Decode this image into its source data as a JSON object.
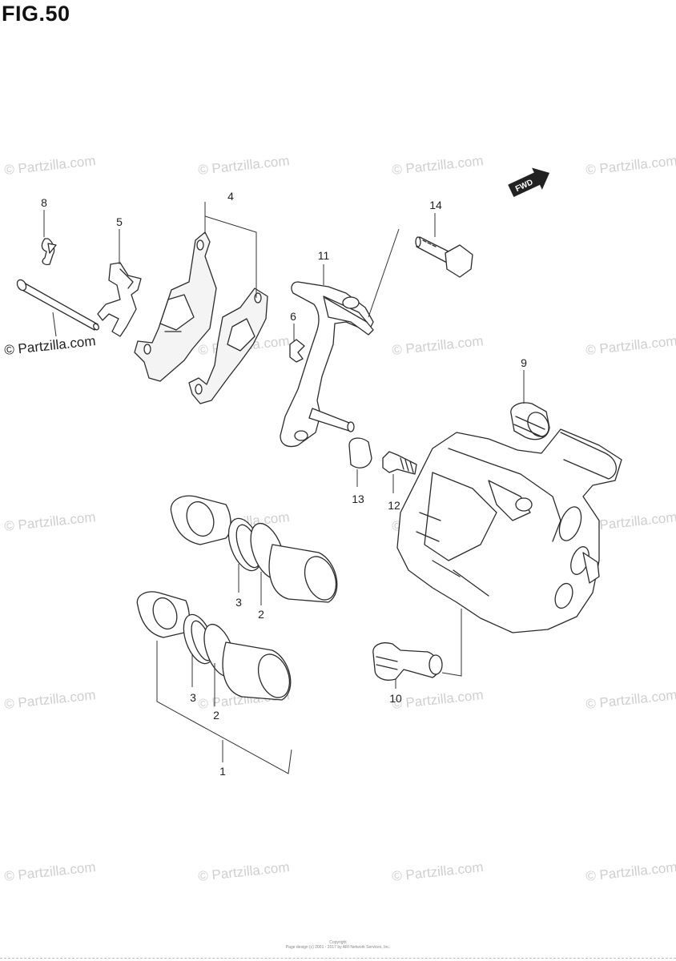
{
  "figure": {
    "title": "FIG.50"
  },
  "watermark": {
    "text": "© Partzilla.com"
  },
  "fwd_badge": {
    "text": "FWD"
  },
  "callouts": {
    "c1": "1",
    "c2a": "2",
    "c2b": "2",
    "c3a": "3",
    "c3b": "3",
    "c4": "4",
    "c5": "5",
    "c6": "6",
    "c8": "8",
    "c9": "9",
    "c10": "10",
    "c11": "11",
    "c12": "12",
    "c13": "13",
    "c14": "14"
  },
  "footer": {
    "line1": "Copyright",
    "line2": "Page design (c) 2001 - 2017 by ARI Network Services, Inc."
  }
}
